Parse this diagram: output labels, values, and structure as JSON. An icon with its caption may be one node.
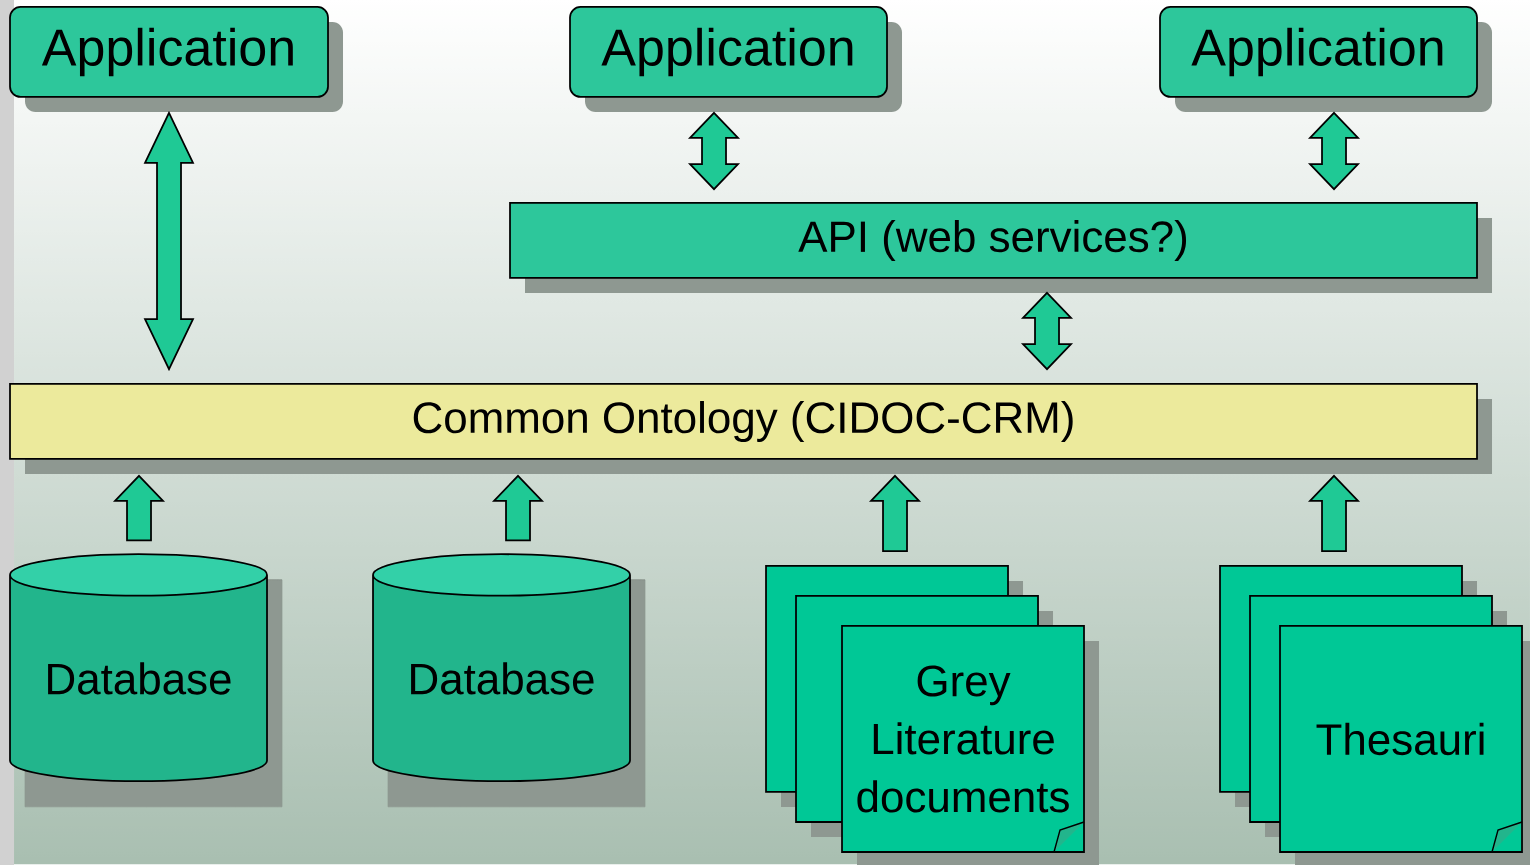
{
  "diagram": {
    "nodes": [
      {
        "text": [
          "Application"
        ]
      },
      {
        "text": [
          "Application"
        ]
      },
      {
        "text": [
          "Application"
        ]
      },
      {
        "text": [
          "API (web services?)"
        ]
      },
      {
        "text": [
          "Common Ontology (CIDOC-CRM)"
        ]
      },
      {
        "text": [
          "Database"
        ]
      },
      {
        "text": [
          "Database"
        ]
      },
      {
        "text": [
          "Grey Literature documents"
        ]
      },
      {
        "text": [
          "Thesauri"
        ]
      }
    ],
    "edges": [
      {
        "from": 0,
        "to": 4,
        "arrow": "both"
      },
      {
        "from": 1,
        "to": 3,
        "arrow": "both"
      },
      {
        "from": 2,
        "to": 3,
        "arrow": "both"
      },
      {
        "from": 3,
        "to": 4,
        "arrow": "both"
      },
      {
        "from": 5,
        "to": 4,
        "arrow": "to"
      },
      {
        "from": 6,
        "to": 4,
        "arrow": "to"
      },
      {
        "from": 7,
        "to": 4,
        "arrow": "to"
      },
      {
        "from": 8,
        "to": 4,
        "arrow": "to"
      }
    ]
  }
}
